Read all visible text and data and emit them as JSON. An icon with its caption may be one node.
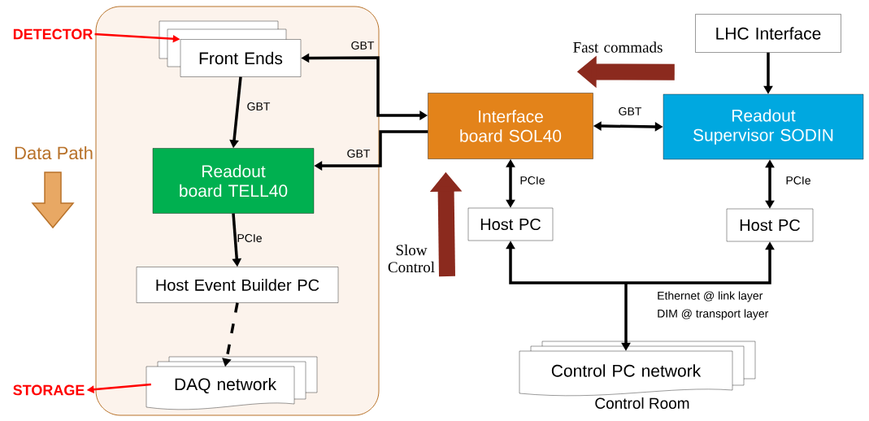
{
  "diagram": {
    "nodes": [
      {
        "text": [],
        "shape": "box"
      },
      {
        "text": [
          "Front Ends"
        ],
        "in": 0
      },
      {
        "text": [
          "Readout board TELL40"
        ],
        "in": 0
      },
      {
        "text": [
          "Host Event Builder PC"
        ],
        "in": 0
      },
      {
        "text": [
          "DAQ network"
        ],
        "in": 0
      },
      {
        "text": [
          "Interface board SOL40"
        ]
      },
      {
        "text": [
          "LHC Interface"
        ]
      },
      {
        "text": [
          "Readout Supervisor SODIN"
        ]
      },
      {
        "text": [
          "Host PC"
        ]
      },
      {
        "text": [
          "Host PC"
        ]
      },
      {
        "text": [
          "Control PC network"
        ],
        "beside": [
          "Control Room"
        ]
      },
      {
        "text": [
          "DETECTOR"
        ]
      },
      {
        "text": [
          "STORAGE"
        ]
      }
    ],
    "edges": [
      {
        "from": 1,
        "to": 2,
        "arrow": "to",
        "label": "GBT"
      },
      {
        "from": 5,
        "to": 1,
        "arrow": "both",
        "label": "GBT"
      },
      {
        "from": 5,
        "to": 2,
        "arrow": "to",
        "label": "GBT"
      },
      {
        "from": 5,
        "to": 7,
        "arrow": "both",
        "label": "GBT"
      },
      {
        "from": 5,
        "to": 8,
        "arrow": "both",
        "label": "PCIe"
      },
      {
        "from": 7,
        "to": 9,
        "arrow": "both",
        "label": "PCIe"
      },
      {
        "from": 6,
        "to": 7,
        "arrow": "to"
      },
      {
        "from": 2,
        "to": 3,
        "arrow": "to",
        "label": "PCIe"
      },
      {
        "from": 3,
        "to": 4,
        "arrow": "to",
        "style": "dashed"
      },
      {
        "from": 10,
        "to": 8,
        "arrow": "both"
      },
      {
        "from": 10,
        "to": 9,
        "arrow": "both"
      },
      {
        "from": 11,
        "to": 1,
        "arrow": "to",
        "color": "#ff0000"
      },
      {
        "from": 4,
        "to": 12,
        "arrow": "to",
        "color": "#ff0000"
      },
      {
        "from": 7,
        "to": 5,
        "arrow": "to",
        "label": "Fast commads",
        "style": "thick",
        "color": "#8b2a1e"
      },
      {
        "from": null,
        "to": 5,
        "arrow": "to",
        "label": "Slow Control",
        "style": "thick",
        "color": "#8b2a1e"
      }
    ],
    "labels": [
      "Data Path",
      "Ethernet @ link layer",
      "DIM @ transport layer"
    ]
  }
}
